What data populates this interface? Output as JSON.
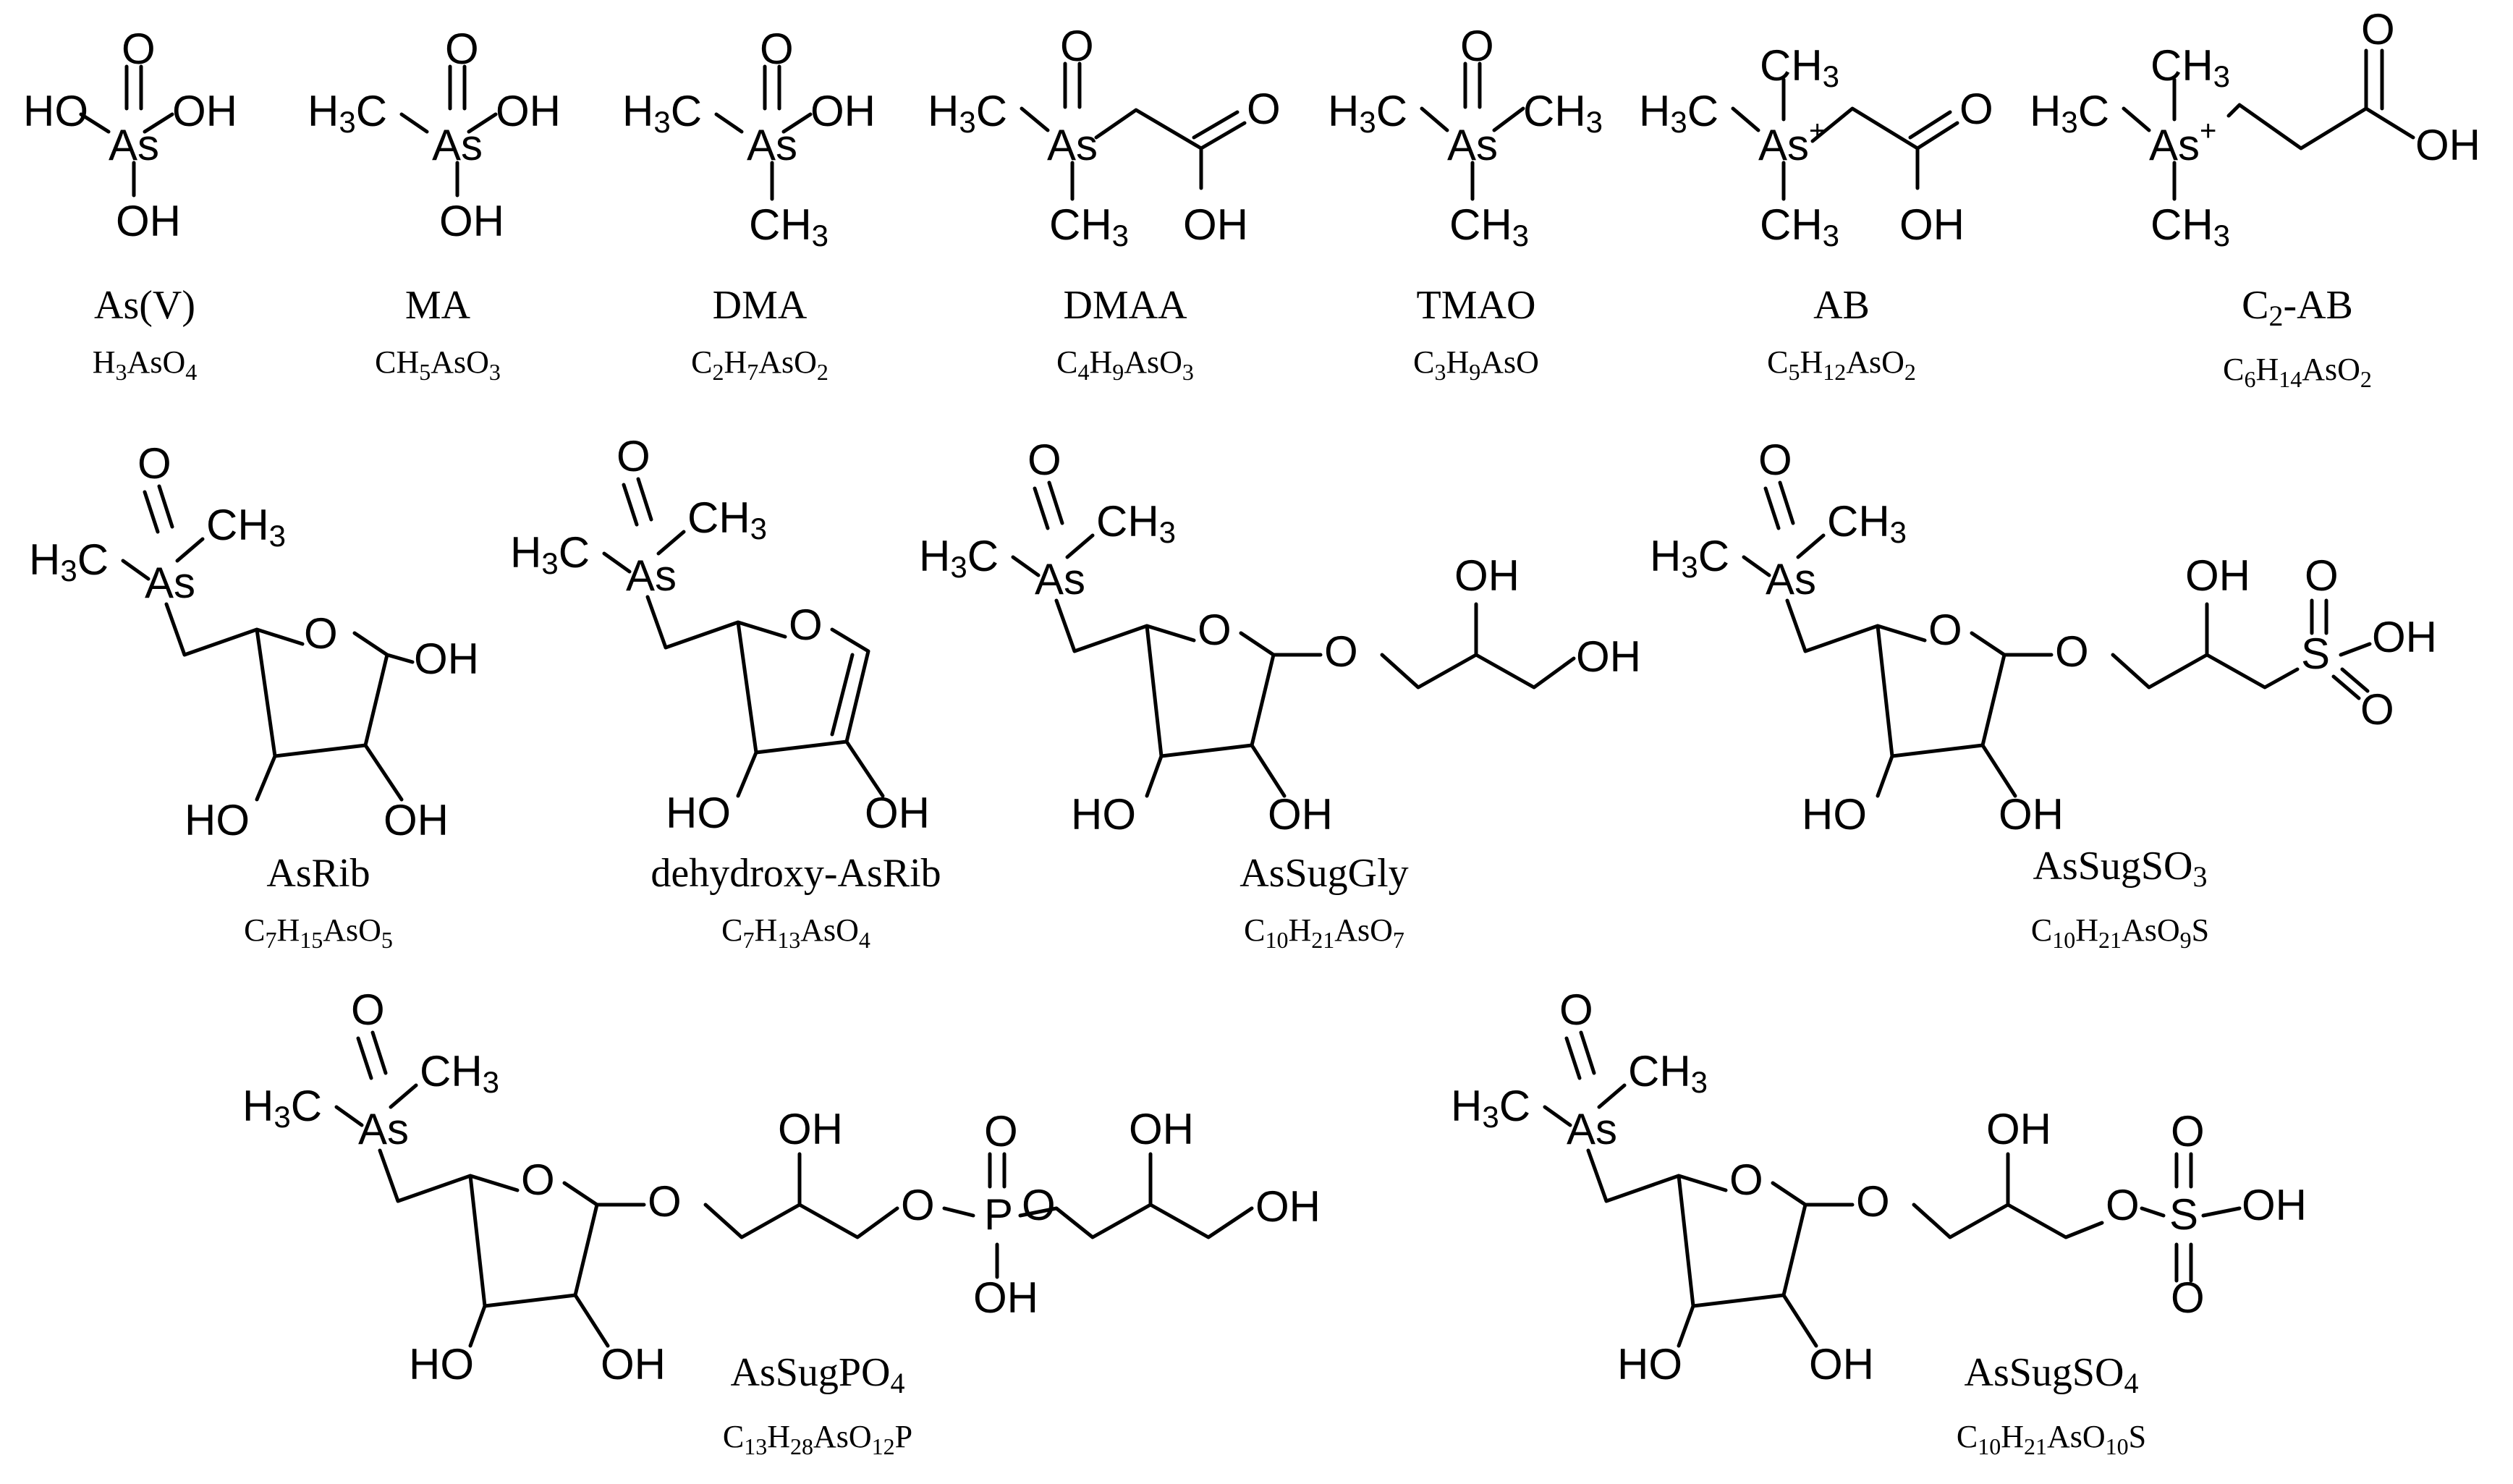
{
  "compounds": [
    {
      "id": "asv",
      "name": "As(V)",
      "formula": [
        [
          "H",
          ""
        ],
        [
          "3",
          "s"
        ],
        [
          "AsO",
          ""
        ],
        [
          "4",
          "s"
        ]
      ]
    },
    {
      "id": "ma",
      "name": "MA",
      "formula": [
        [
          "CH",
          ""
        ],
        [
          "5",
          "s"
        ],
        [
          "AsO",
          ""
        ],
        [
          "3",
          "s"
        ]
      ]
    },
    {
      "id": "dma",
      "name": "DMA",
      "formula": [
        [
          "C",
          ""
        ],
        [
          "2",
          "s"
        ],
        [
          "H",
          ""
        ],
        [
          "7",
          "s"
        ],
        [
          "AsO",
          ""
        ],
        [
          "2",
          "s"
        ]
      ]
    },
    {
      "id": "dmaa",
      "name": "DMAA",
      "formula": [
        [
          "C",
          ""
        ],
        [
          "4",
          "s"
        ],
        [
          "H",
          ""
        ],
        [
          "9",
          "s"
        ],
        [
          "AsO",
          ""
        ],
        [
          "3",
          "s"
        ]
      ]
    },
    {
      "id": "tmao",
      "name": "TMAO",
      "formula": [
        [
          "C",
          ""
        ],
        [
          "3",
          "s"
        ],
        [
          "H",
          ""
        ],
        [
          "9",
          "s"
        ],
        [
          "AsO",
          ""
        ]
      ]
    },
    {
      "id": "ab",
      "name": "AB",
      "formula": [
        [
          "C",
          ""
        ],
        [
          "5",
          "s"
        ],
        [
          "H",
          ""
        ],
        [
          "12",
          "s"
        ],
        [
          "AsO",
          ""
        ],
        [
          "2",
          "s"
        ]
      ]
    },
    {
      "id": "c2ab",
      "name": [
        [
          "C",
          ""
        ],
        [
          "2",
          "s"
        ],
        [
          "-AB",
          ""
        ]
      ],
      "formula": [
        [
          "C",
          ""
        ],
        [
          "6",
          "s"
        ],
        [
          "H",
          ""
        ],
        [
          "14",
          "s"
        ],
        [
          "AsO",
          ""
        ],
        [
          "2",
          "s"
        ]
      ]
    },
    {
      "id": "asrib",
      "name": "AsRib",
      "formula": [
        [
          "C",
          ""
        ],
        [
          "7",
          "s"
        ],
        [
          "H",
          ""
        ],
        [
          "15",
          "s"
        ],
        [
          "AsO",
          ""
        ],
        [
          "5",
          "s"
        ]
      ]
    },
    {
      "id": "dehyd",
      "name": "dehydroxy-AsRib",
      "formula": [
        [
          "C",
          ""
        ],
        [
          "7",
          "s"
        ],
        [
          "H",
          ""
        ],
        [
          "13",
          "s"
        ],
        [
          "AsO",
          ""
        ],
        [
          "4",
          "s"
        ]
      ]
    },
    {
      "id": "assuggly",
      "name": "AsSugGly",
      "formula": [
        [
          "C",
          ""
        ],
        [
          "10",
          "s"
        ],
        [
          "H",
          ""
        ],
        [
          "21",
          "s"
        ],
        [
          "AsO",
          ""
        ],
        [
          "7",
          "s"
        ]
      ]
    },
    {
      "id": "assugso3",
      "name": [
        [
          "AsSugSO",
          ""
        ],
        [
          "3",
          "s"
        ]
      ],
      "formula": [
        [
          "C",
          ""
        ],
        [
          "10",
          "s"
        ],
        [
          "H",
          ""
        ],
        [
          "21",
          "s"
        ],
        [
          "AsO",
          ""
        ],
        [
          "9",
          "s"
        ],
        [
          "S",
          ""
        ]
      ]
    },
    {
      "id": "assugpo4",
      "name": [
        [
          "AsSugPO",
          ""
        ],
        [
          "4",
          "s"
        ]
      ],
      "formula": [
        [
          "C",
          ""
        ],
        [
          "13",
          "s"
        ],
        [
          "H",
          ""
        ],
        [
          "28",
          "s"
        ],
        [
          "AsO",
          ""
        ],
        [
          "12",
          "s"
        ],
        [
          "P",
          ""
        ]
      ]
    },
    {
      "id": "assugso4",
      "name": [
        [
          "AsSugSO",
          ""
        ],
        [
          "4",
          "s"
        ]
      ],
      "formula": [
        [
          "C",
          ""
        ],
        [
          "10",
          "s"
        ],
        [
          "H",
          ""
        ],
        [
          "21",
          "s"
        ],
        [
          "AsO",
          ""
        ],
        [
          "10",
          "s"
        ],
        [
          "S",
          ""
        ]
      ]
    }
  ],
  "atoms": {
    "HO": "HO",
    "OH": "OH",
    "O": "O",
    "As": "As",
    "As_plus": "As",
    "plus": "+",
    "S": "S",
    "P": "P",
    "CH": "CH",
    "H": "H",
    "C": "C",
    "sub3": "3"
  }
}
